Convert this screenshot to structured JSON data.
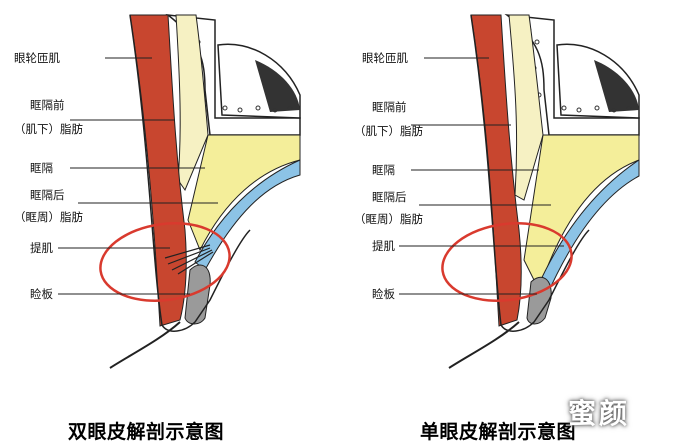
{
  "diagrams": [
    {
      "title": "双眼皮解剖示意图",
      "labels": [
        "眼轮匝肌",
        "眶隔前",
        "（肌下）脂肪",
        "眶隔",
        "眶隔后",
        "（眶周）脂肪",
        "提肌",
        "睑板"
      ]
    },
    {
      "title": "单眼皮解剖示意图",
      "labels": [
        "眼轮匝肌",
        "眶隔前",
        "（肌下）脂肪",
        "眶隔",
        "眶隔后",
        "（眶周）脂肪",
        "提肌",
        "睑板"
      ]
    }
  ],
  "watermark": "蜜颜",
  "colors": {
    "muscle": "#c8462f",
    "fat_pale": "#f6f1c3",
    "fat_yellow": "#f4ee9a",
    "levator_blue": "#8cc3e6",
    "tarsus_gray": "#9a9a9a",
    "highlight_circle": "#d93a2e"
  }
}
